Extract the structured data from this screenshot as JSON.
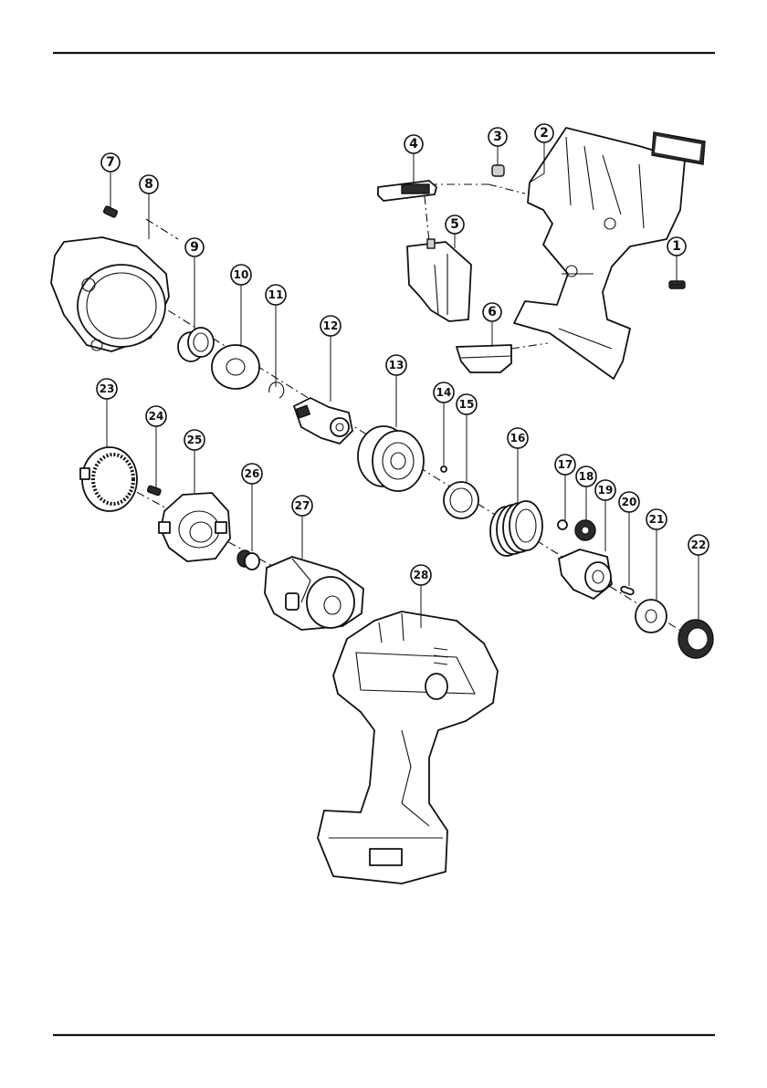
{
  "callouts": [
    "1",
    "2",
    "3",
    "4",
    "5",
    "6",
    "7",
    "8",
    "9",
    "10",
    "11",
    "12",
    "13",
    "14",
    "15",
    "16",
    "17",
    "18",
    "19",
    "20",
    "21",
    "22",
    "23",
    "24",
    "25",
    "26",
    "27",
    "28"
  ]
}
